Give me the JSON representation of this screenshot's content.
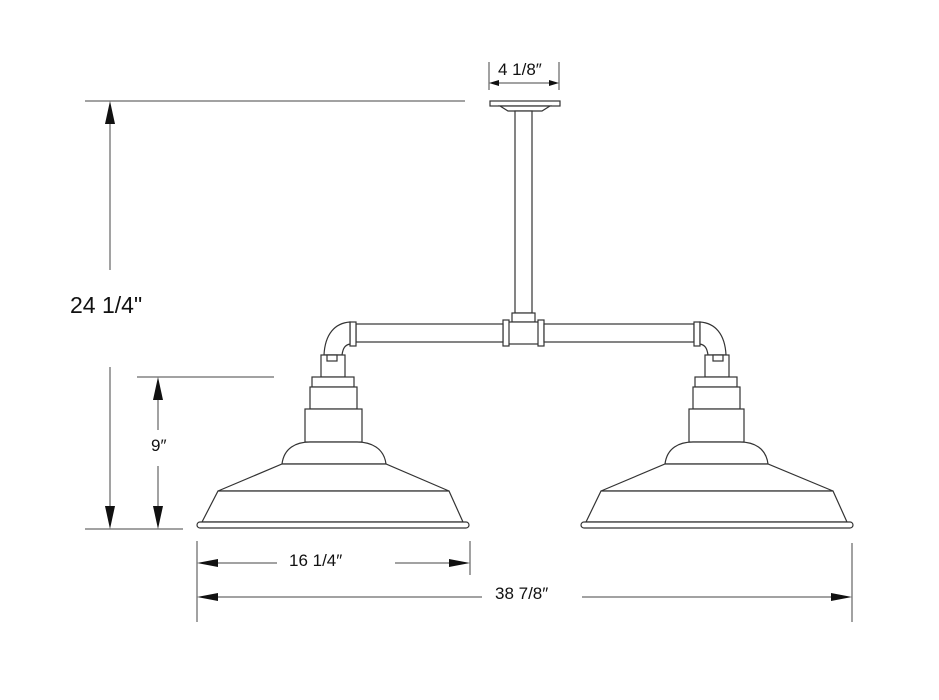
{
  "diagram": {
    "type": "dimension drawing",
    "subject": "double pendant light fixture with pipe stem and two warehouse shades",
    "colors": {
      "line": "#222222",
      "background": "#ffffff"
    },
    "dimensions": {
      "canopy_width": "4 1/8″",
      "overall_height": "24 1/4\"",
      "shade_height": "9″",
      "shade_width": "16 1/4″",
      "overall_width": "38 7/8″"
    }
  }
}
